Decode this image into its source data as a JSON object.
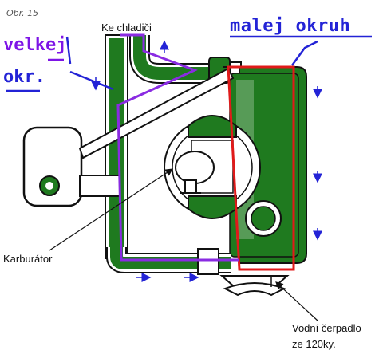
{
  "figure": {
    "caption": "Obr. 15"
  },
  "labels": {
    "to_radiator": "Ke chladiči",
    "carburetor": "Karburátor",
    "pump_line1": "Vodní čerpadlo",
    "pump_line2": "ze 120ky."
  },
  "annotations": {
    "small_circuit": "malej okruh",
    "big_circuit_line1": "velkej",
    "big_circuit_line2": "okr."
  },
  "colors": {
    "coolant": "#1f7a1f",
    "outline": "#111111",
    "small_circuit_mark": "#e01a1a",
    "big_circuit_mark": "#8a2be2",
    "annotation_text": "#2323d6",
    "flow_arrows": "#2323d6"
  }
}
